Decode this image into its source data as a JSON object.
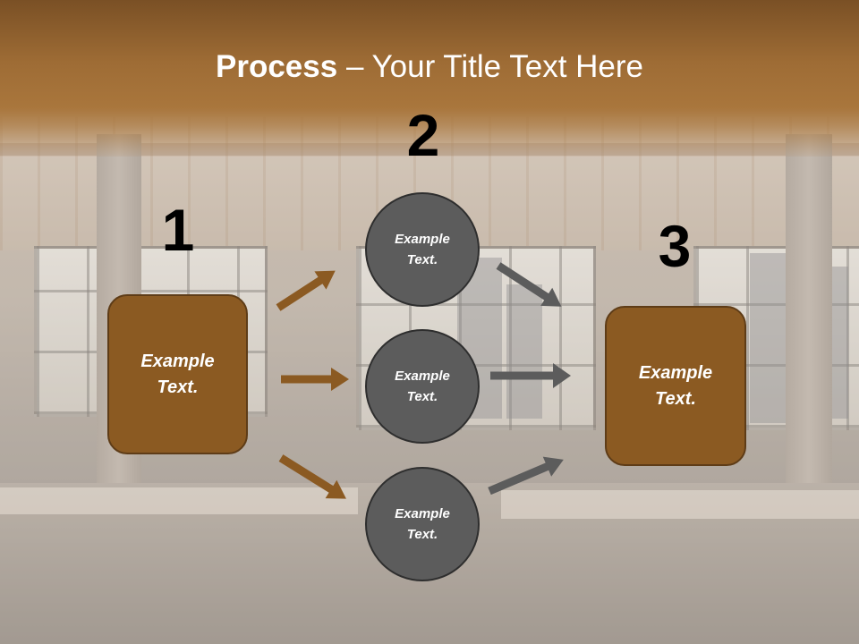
{
  "title": {
    "bold": "Process",
    "rest": " – Your Title Text Here"
  },
  "steps": [
    "1",
    "2",
    "3"
  ],
  "left_box": {
    "text": "Example Text."
  },
  "circles": [
    {
      "text": "Example Text."
    },
    {
      "text": "Example Text."
    },
    {
      "text": "Example Text."
    }
  ],
  "right_box": {
    "text": "Example Text."
  },
  "colors": {
    "header_brown": "#9e6c35",
    "box_fill": "#8b5a22",
    "circle_fill": "#5c5c5c",
    "arrow_brown": "#8b5a22",
    "arrow_gray": "#5c5c5c"
  }
}
